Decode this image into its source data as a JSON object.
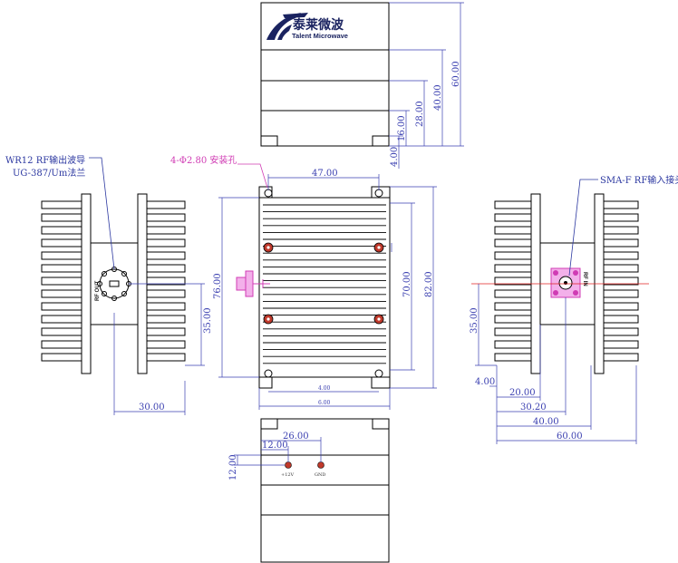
{
  "logo": {
    "name_cn": "泰莱微波",
    "name_en": "Talent Microwave"
  },
  "callouts": {
    "waveguide_line1": "WR12 RF输出波导",
    "waveguide_line2": "UG-387/Um法兰",
    "holes": "4-Φ2.80 安装孔",
    "connector": "SMA-F RF输入接头"
  },
  "port_labels": {
    "rf_out": "RF OUT",
    "rf_in": "RF IN"
  },
  "pin_labels": {
    "power": "+12V",
    "ground": "GND"
  },
  "dimensions": {
    "top_total": "60.00",
    "top_mid": "40.00",
    "top_inner": "28.00",
    "top_fins": "16.00",
    "top_base": "4.00",
    "front_hole_spacing": "47.00",
    "front_height_outer": "76.00",
    "front_height_inner": "70.00",
    "front_height_total": "82.00",
    "front_bottom_small_a": "4.00",
    "front_bottom_small_b": "6.00",
    "left_center_height": "35.00",
    "left_width": "30.00",
    "right_center_height": "35.00",
    "right_base": "4.00",
    "right_w20": "20.00",
    "right_w30": "30.20",
    "right_w40": "40.00",
    "right_w60": "60.00",
    "bottom_w26": "26.00",
    "bottom_w12": "12.00",
    "bottom_h12": "12.00"
  },
  "colors": {
    "dimension": "#3a3fb0",
    "outline": "#000000",
    "connector": "#e070d0",
    "holes": "#c0392b",
    "center_line": "#e02020"
  }
}
